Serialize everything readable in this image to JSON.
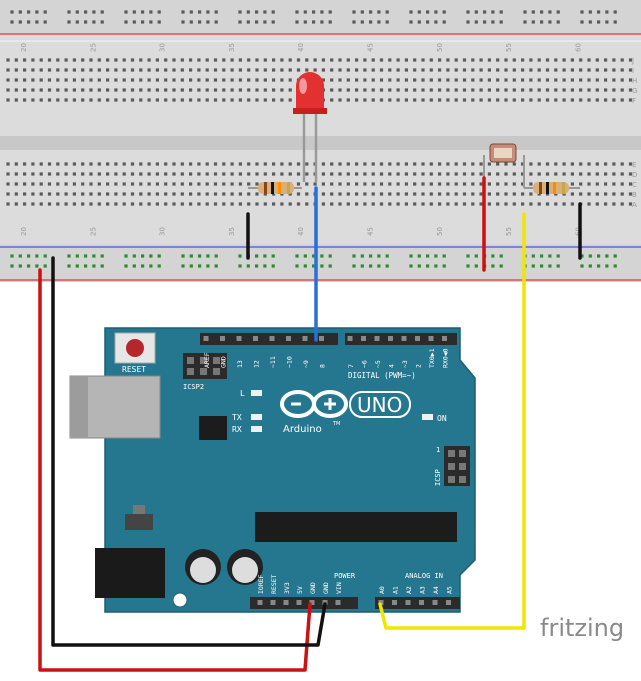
{
  "breadboard": {
    "col_numbers": [
      "20",
      "25",
      "30",
      "35",
      "40",
      "45",
      "50",
      "55",
      "60"
    ],
    "row_letters_top": [
      "J",
      "I",
      "H",
      "G",
      "F"
    ],
    "row_letters_bottom": [
      "E",
      "D",
      "C",
      "B",
      "A"
    ],
    "colors": {
      "body": "#d9d9d9",
      "hole": "#555555",
      "rail_red": "#d63a3a",
      "rail_blue": "#3a5bd6",
      "green_hole": "#2e8b2e"
    }
  },
  "board": {
    "logo_text": "UNO",
    "brand_text": "Arduino",
    "trademark": "TM",
    "reset_label": "RESET",
    "icsp2_label": "ICSP2",
    "icsp_label": "ICSP",
    "icsp_pin1": "1",
    "digital_label": "DIGITAL (PWM=~)",
    "power_label": "POWER",
    "analog_label": "ANALOG IN",
    "on_label": "ON",
    "led_l": "L",
    "led_tx": "TX",
    "led_rx": "RX",
    "digital_pins": [
      "AREF",
      "GND",
      "13",
      "12",
      "~11",
      "~10",
      "~9",
      "8",
      "7",
      "~6",
      "~5",
      "4",
      "~3",
      "2",
      "TX0▶1",
      "RX0◀0"
    ],
    "power_pins": [
      "IOREF",
      "RESET",
      "3V3",
      "5V",
      "GND",
      "GND",
      "VIN"
    ],
    "analog_pins": [
      "A0",
      "A1",
      "A2",
      "A3",
      "A4",
      "A5"
    ],
    "colors": {
      "pcb": "#25778f",
      "pcb_dark": "#1b5f74",
      "header": "#2b2b2b",
      "silk": "#ffffff"
    }
  },
  "wires": {
    "colors": {
      "red": "#cc1111",
      "black": "#111111",
      "blue": "#2a6fd6",
      "yellow": "#f2e500"
    }
  },
  "watermark": {
    "text": "fritzing",
    "color": "#8a8a8a"
  }
}
